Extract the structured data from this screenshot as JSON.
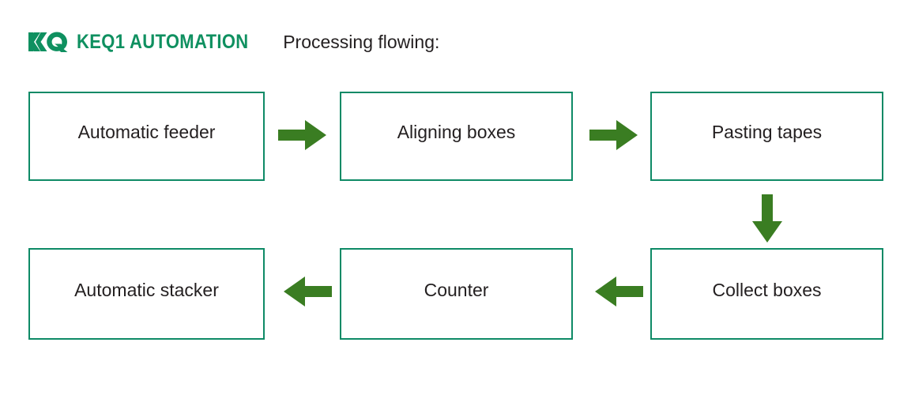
{
  "header": {
    "logo_icon": "kq-monogram-logo",
    "brand_name": "KEQ1 AUTOMATION",
    "title": "Processing flowing:",
    "brand_color": "#0f9060",
    "title_color": "#231f20"
  },
  "theme": {
    "box_border_color": "#0e8a66",
    "arrow_color": "#3a7d22",
    "background": "#ffffff",
    "label_color": "#231f20"
  },
  "flow": {
    "nodes": [
      {
        "id": "automatic-feeder",
        "label": "Automatic feeder"
      },
      {
        "id": "aligning-boxes",
        "label": "Aligning boxes"
      },
      {
        "id": "pasting-tapes",
        "label": "Pasting tapes"
      },
      {
        "id": "collect-boxes",
        "label": "Collect boxes"
      },
      {
        "id": "counter",
        "label": "Counter"
      },
      {
        "id": "automatic-stacker",
        "label": "Automatic stacker"
      }
    ],
    "connectors": [
      {
        "id": "feeder-to-aligning",
        "icon": "arrow-right-icon",
        "from": "automatic-feeder",
        "to": "aligning-boxes"
      },
      {
        "id": "aligning-to-pasting",
        "icon": "arrow-right-icon",
        "from": "aligning-boxes",
        "to": "pasting-tapes"
      },
      {
        "id": "pasting-to-collect",
        "icon": "arrow-down-icon",
        "from": "pasting-tapes",
        "to": "collect-boxes"
      },
      {
        "id": "collect-to-counter",
        "icon": "arrow-left-icon",
        "from": "collect-boxes",
        "to": "counter"
      },
      {
        "id": "counter-to-stacker",
        "icon": "arrow-left-icon",
        "from": "counter",
        "to": "automatic-stacker"
      }
    ]
  }
}
